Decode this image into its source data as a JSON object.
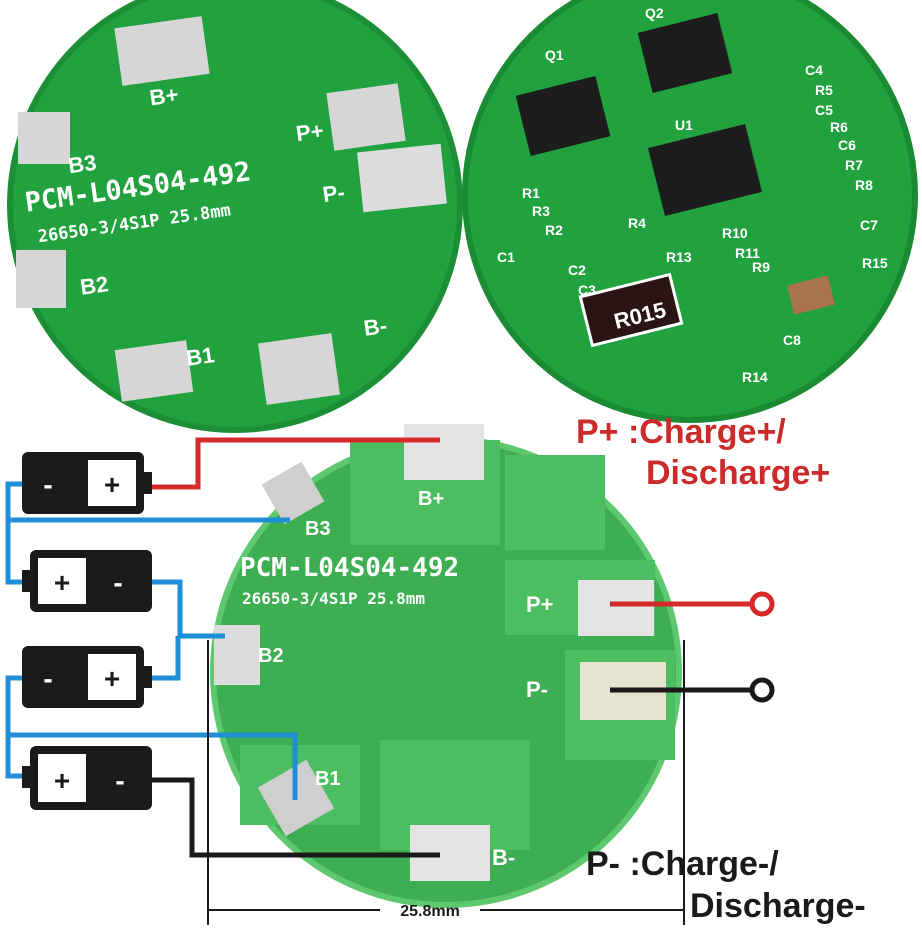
{
  "colors": {
    "pcb": "#1f9a3a",
    "pcb_light": "#3fbf5a",
    "pad": "#d9d9d9",
    "positive_wire": "#d42a2a",
    "negative_wire": "#1a1a1a",
    "cell_link_wire": "#1e8fd6",
    "annotation_red": "#cc2b2b"
  },
  "board_front": {
    "model": "PCM-L04S04-492",
    "spec": "26650-3/4S1P 25.8mm",
    "pads": {
      "b_plus": "B+",
      "b3": "B3",
      "b2": "B2",
      "b1": "B1",
      "b_minus": "B-",
      "p_plus": "P+",
      "p_minus": "P-"
    }
  },
  "board_back": {
    "components": [
      "Q1",
      "Q2",
      "U1",
      "C1",
      "C2",
      "C3",
      "C4",
      "C5",
      "C6",
      "C7",
      "C8",
      "R1",
      "R2",
      "R3",
      "R4",
      "R5",
      "R6",
      "R7",
      "R8",
      "R9",
      "R10",
      "R11",
      "R13",
      "R14",
      "R15"
    ],
    "shunt_marking": "R015"
  },
  "wiring_board": {
    "model": "PCM-L04S04-492",
    "spec": "26650-3/4S1P 25.8mm",
    "pads": {
      "b_plus": "B+",
      "b3": "B3",
      "b2": "B2",
      "b1": "B1",
      "b_minus": "B-",
      "p_plus": "P+",
      "p_minus": "P-"
    }
  },
  "batteries": [
    {
      "left": "-",
      "right": "+"
    },
    {
      "left": "+",
      "right": "-"
    },
    {
      "left": "-",
      "right": "+"
    },
    {
      "left": "+",
      "right": "-"
    }
  ],
  "annotations": {
    "p_plus_line1": "P+ :Charge+/",
    "p_plus_line2": "Discharge+",
    "p_minus_line1": "P- :Charge-/",
    "p_minus_line2": "Discharge-",
    "diameter": "25.8mm"
  }
}
